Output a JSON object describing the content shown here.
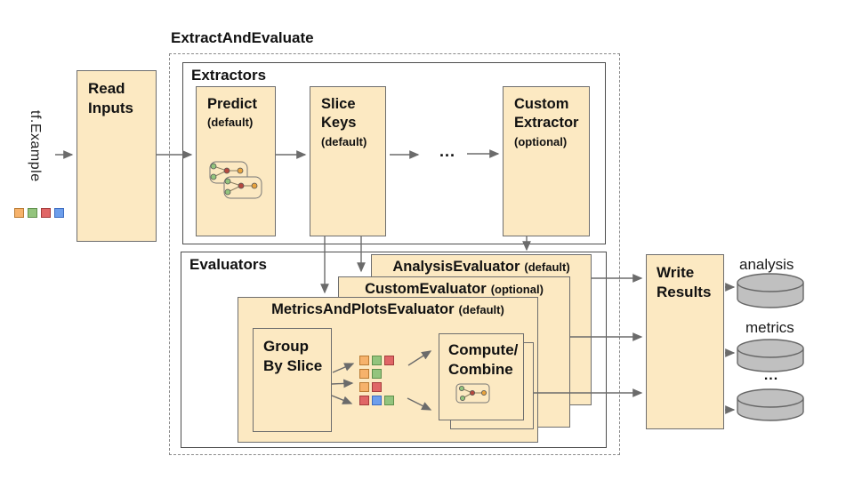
{
  "title": "ExtractAndEvaluate",
  "input": {
    "label": "tf.Example"
  },
  "read_inputs": {
    "label": "Read\nInputs"
  },
  "extractors": {
    "label": "Extractors",
    "predict": {
      "label": "Predict",
      "sublabel": "(default)"
    },
    "slice_keys": {
      "label": "Slice\nKeys",
      "sublabel": "(default)"
    },
    "ellipsis": "...",
    "custom_extractor": {
      "label": "Custom\nExtractor",
      "sublabel": "(optional)"
    }
  },
  "evaluators": {
    "label": "Evaluators",
    "analysis_evaluator": {
      "label": "AnalysisEvaluator",
      "sublabel": "(default)"
    },
    "custom_evaluator": {
      "label": "CustomEvaluator",
      "sublabel": "(optional)"
    },
    "metrics_and_plots_evaluator": {
      "label": "MetricsAndPlotsEvaluator",
      "sublabel": "(default)"
    },
    "group_by_slice": {
      "label": "Group\nBy Slice"
    },
    "compute_combine": {
      "label": "Compute/\nCombine"
    }
  },
  "write_results": {
    "label": "Write\nResults"
  },
  "outputs": {
    "analysis": "analysis",
    "metrics": "metrics",
    "ellipsis": "..."
  },
  "legend_squares": [
    "orange",
    "green",
    "red",
    "blue"
  ],
  "slice_groups": [
    [
      "orange",
      "green",
      "red"
    ],
    [
      "orange",
      "green"
    ],
    [
      "orange",
      "red"
    ],
    [
      "red",
      "blue",
      "green"
    ]
  ],
  "colors": {
    "box_fill": "#fce9c2",
    "box_border": "#6e6e6e",
    "container_border": "#4d4d4d",
    "arrow": "#6b6b6b",
    "cylinder_fill": "#c0c0c0",
    "cylinder_border": "#666666",
    "square_orange": "#f6b26b",
    "square_green": "#93c47d",
    "square_red": "#e06666",
    "square_blue": "#6d9eeb",
    "square_border_orange": "#b97a33",
    "square_border_green": "#60904c",
    "square_border_red": "#a43c3c",
    "square_border_blue": "#3d6cc0",
    "node_green": "#93c47d",
    "node_red": "#b5493f",
    "node_yellow": "#e8a33d"
  }
}
